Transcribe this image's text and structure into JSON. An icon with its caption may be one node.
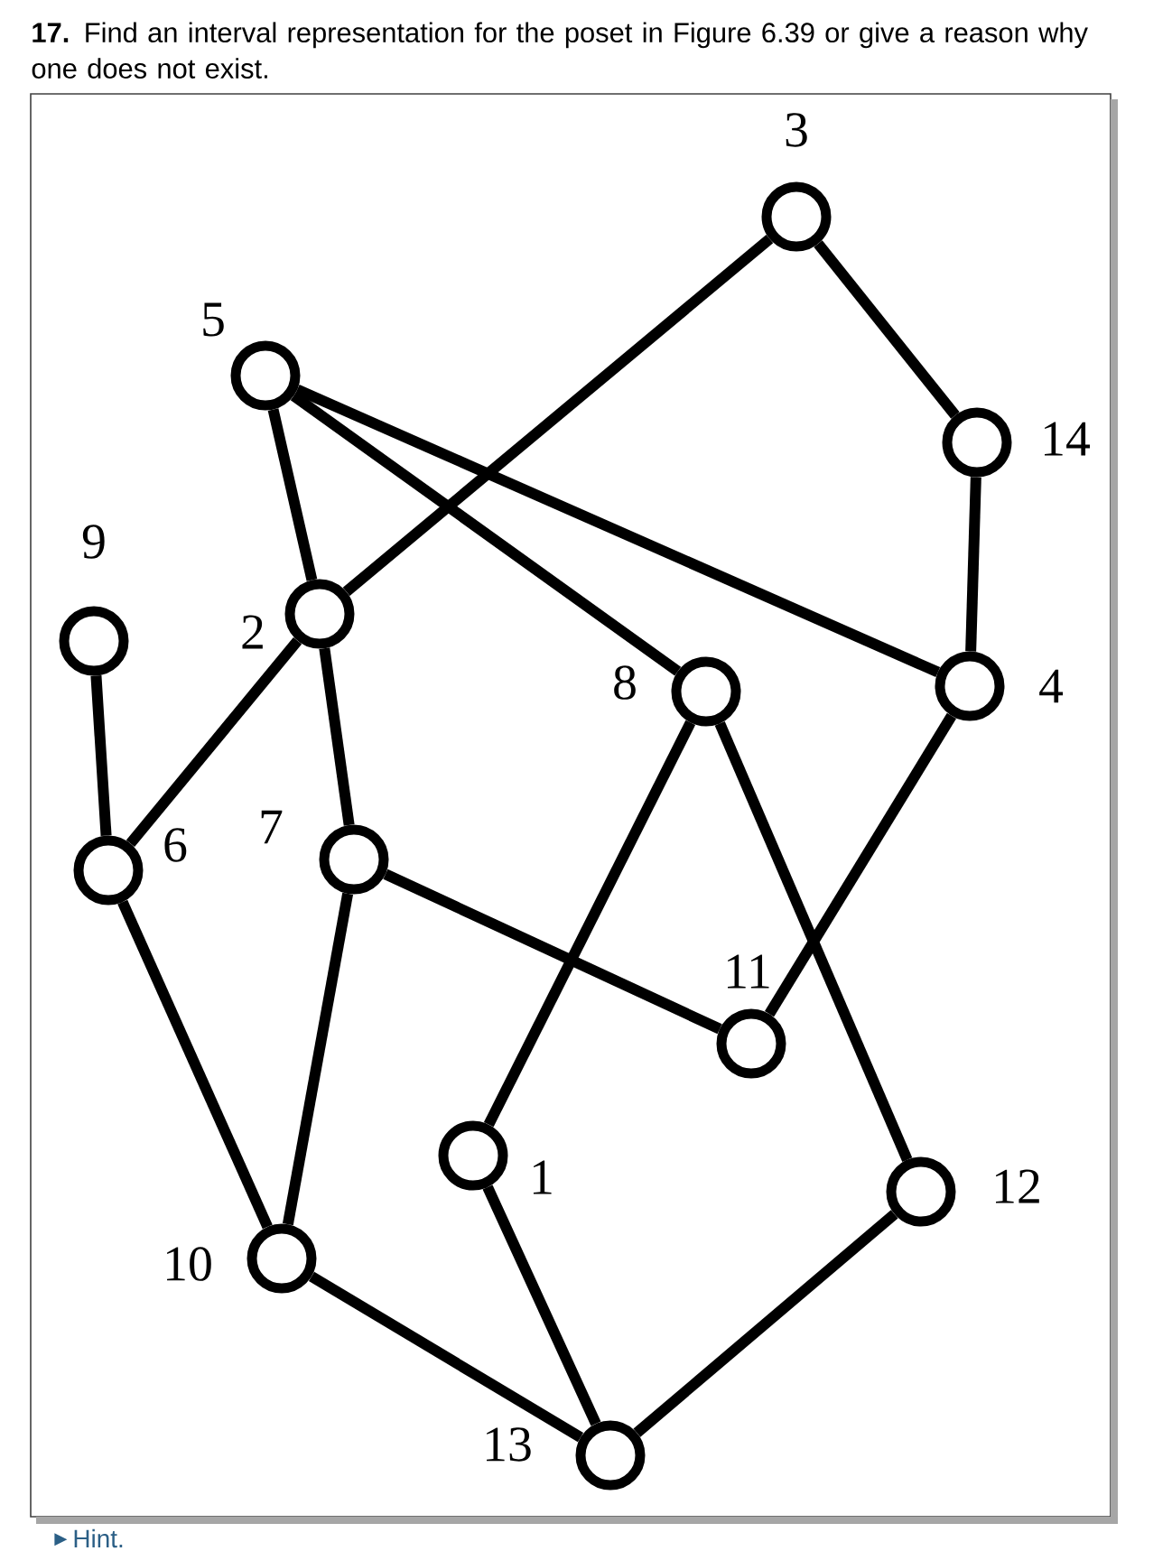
{
  "diagram": {
    "title": "**17.** Find an interval representation for the poset in Figure 6.39 or give a reason why one does not exist.",
    "nodes": [
      {
        "text": [],
        "shape": "circle",
        "beside": [
          "3"
        ]
      },
      {
        "text": [],
        "shape": "circle",
        "beside": [
          "5"
        ]
      },
      {
        "text": [],
        "shape": "circle",
        "beside": [
          "14"
        ]
      },
      {
        "text": [],
        "shape": "circle",
        "beside": [
          "9"
        ]
      },
      {
        "text": [],
        "shape": "circle",
        "beside": [
          "2"
        ]
      },
      {
        "text": [],
        "shape": "circle",
        "beside": [
          "8"
        ]
      },
      {
        "text": [],
        "shape": "circle",
        "beside": [
          "4"
        ]
      },
      {
        "text": [],
        "shape": "circle",
        "beside": [
          "6"
        ]
      },
      {
        "text": [],
        "shape": "circle",
        "beside": [
          "7"
        ]
      },
      {
        "text": [],
        "shape": "circle",
        "beside": [
          "11"
        ]
      },
      {
        "text": [],
        "shape": "circle",
        "beside": [
          "1"
        ]
      },
      {
        "text": [],
        "shape": "circle",
        "beside": [
          "12"
        ]
      },
      {
        "text": [],
        "shape": "circle",
        "beside": [
          "10"
        ]
      },
      {
        "text": [],
        "shape": "circle",
        "beside": [
          "13"
        ]
      }
    ],
    "edges": [
      {
        "from": 0,
        "to": 4,
        "arrow": "none"
      },
      {
        "from": 0,
        "to": 2,
        "arrow": "none"
      },
      {
        "from": 2,
        "to": 6,
        "arrow": "none"
      },
      {
        "from": 1,
        "to": 4,
        "arrow": "none"
      },
      {
        "from": 1,
        "to": 5,
        "arrow": "none"
      },
      {
        "from": 1,
        "to": 6,
        "arrow": "none"
      },
      {
        "from": 3,
        "to": 7,
        "arrow": "none"
      },
      {
        "from": 4,
        "to": 7,
        "arrow": "none"
      },
      {
        "from": 4,
        "to": 8,
        "arrow": "none"
      },
      {
        "from": 5,
        "to": 10,
        "arrow": "none"
      },
      {
        "from": 5,
        "to": 11,
        "arrow": "none"
      },
      {
        "from": 6,
        "to": 9,
        "arrow": "none"
      },
      {
        "from": 8,
        "to": 9,
        "arrow": "none"
      },
      {
        "from": 8,
        "to": 12,
        "arrow": "none"
      },
      {
        "from": 7,
        "to": 12,
        "arrow": "none"
      },
      {
        "from": 10,
        "to": 13,
        "arrow": "none"
      },
      {
        "from": 12,
        "to": 13,
        "arrow": "none"
      },
      {
        "from": 11,
        "to": 13,
        "arrow": "none"
      }
    ],
    "labels": [
      "Hint."
    ]
  }
}
